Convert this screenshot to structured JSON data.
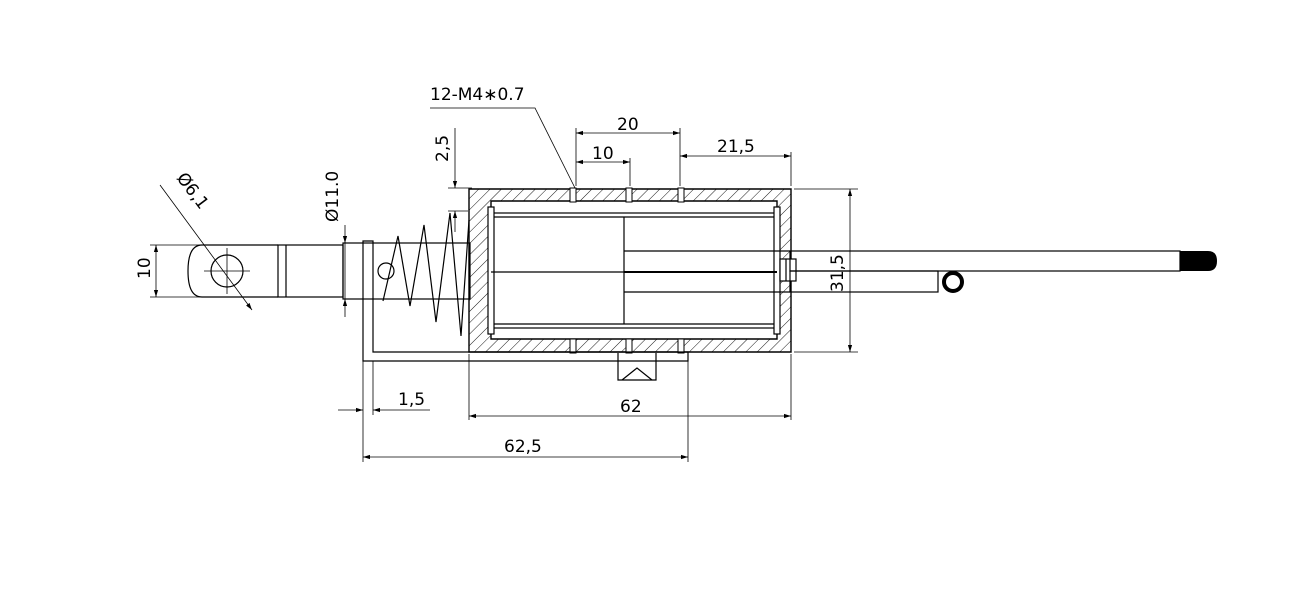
{
  "dimensions": {
    "thread": "12-M4∗0.7",
    "pitch_20": "20",
    "spacing_10": "10",
    "offset_21_5": "21,5",
    "spring_2_5": "2,5",
    "dia_11": "Ø11.0",
    "dia_6_1": "Ø6,1",
    "height_10": "10",
    "height_31_5": "31,5",
    "gap_1_5": "1,5",
    "body_62": "62",
    "overall_62_5": "62,5"
  },
  "colors": {
    "line": "#000000",
    "hatch": "#000000",
    "background": "#ffffff"
  }
}
